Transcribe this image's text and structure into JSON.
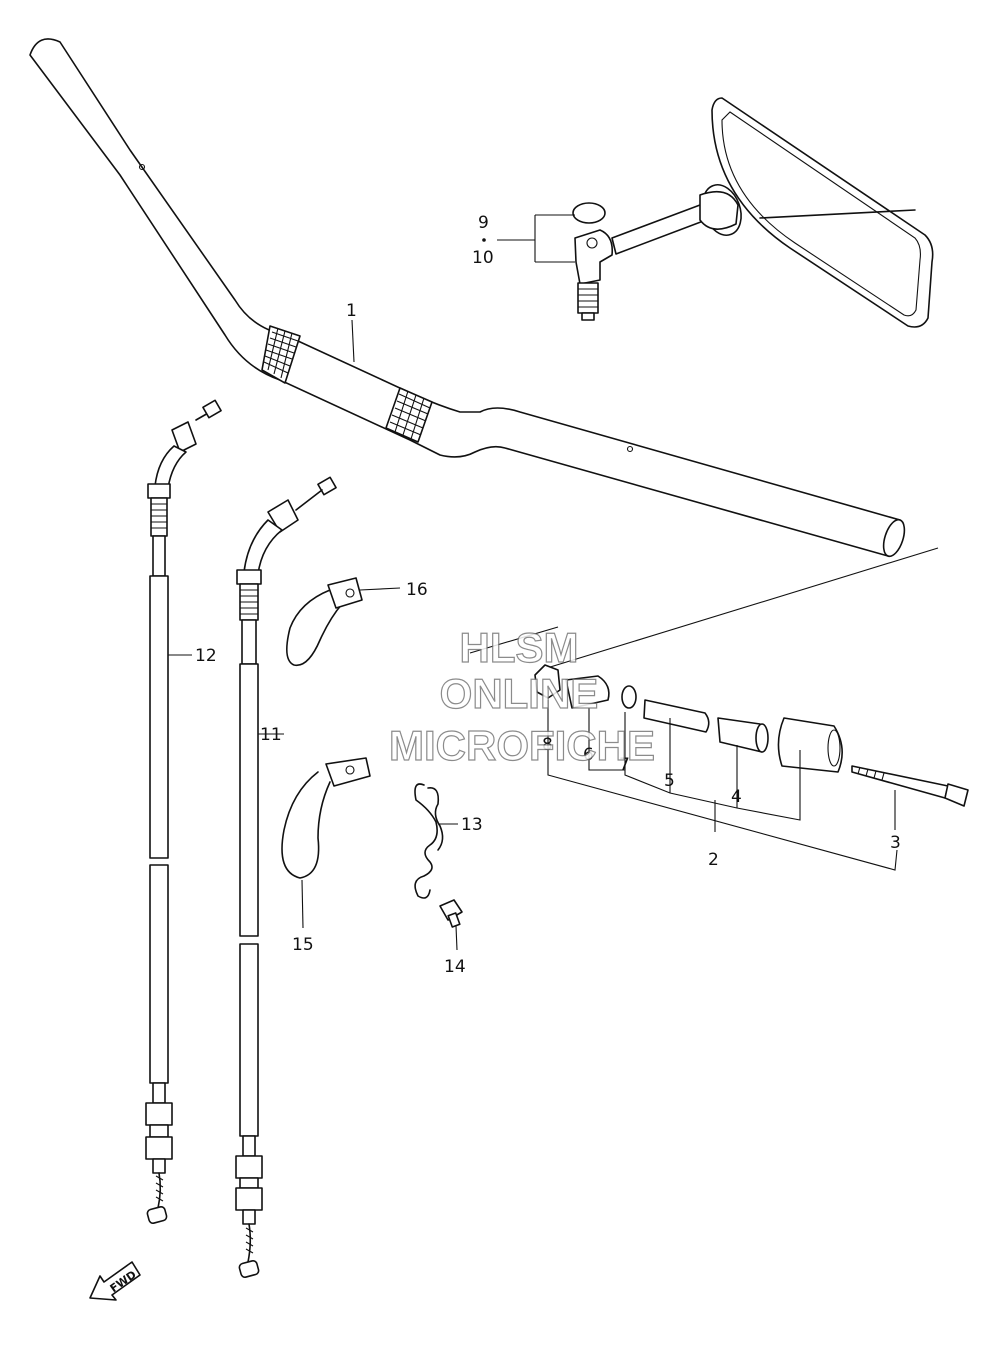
{
  "diagram": {
    "callouts": [
      {
        "id": "c1",
        "text": "1"
      },
      {
        "id": "c2",
        "text": "2"
      },
      {
        "id": "c3",
        "text": "3"
      },
      {
        "id": "c4",
        "text": "4"
      },
      {
        "id": "c5",
        "text": "5"
      },
      {
        "id": "c6",
        "text": "6"
      },
      {
        "id": "c7",
        "text": "7"
      },
      {
        "id": "c8",
        "text": "8"
      },
      {
        "id": "c9",
        "text": "9"
      },
      {
        "id": "c10",
        "text": "10"
      },
      {
        "id": "c11",
        "text": "11"
      },
      {
        "id": "c12",
        "text": "12"
      },
      {
        "id": "c13",
        "text": "13"
      },
      {
        "id": "c14",
        "text": "14"
      },
      {
        "id": "c15",
        "text": "15"
      },
      {
        "id": "c16",
        "text": "16"
      }
    ],
    "fwd_label": "FWD"
  },
  "watermark": {
    "line1": "HLSM",
    "line2": "ONLINE",
    "line3": "MICROFICHE"
  }
}
